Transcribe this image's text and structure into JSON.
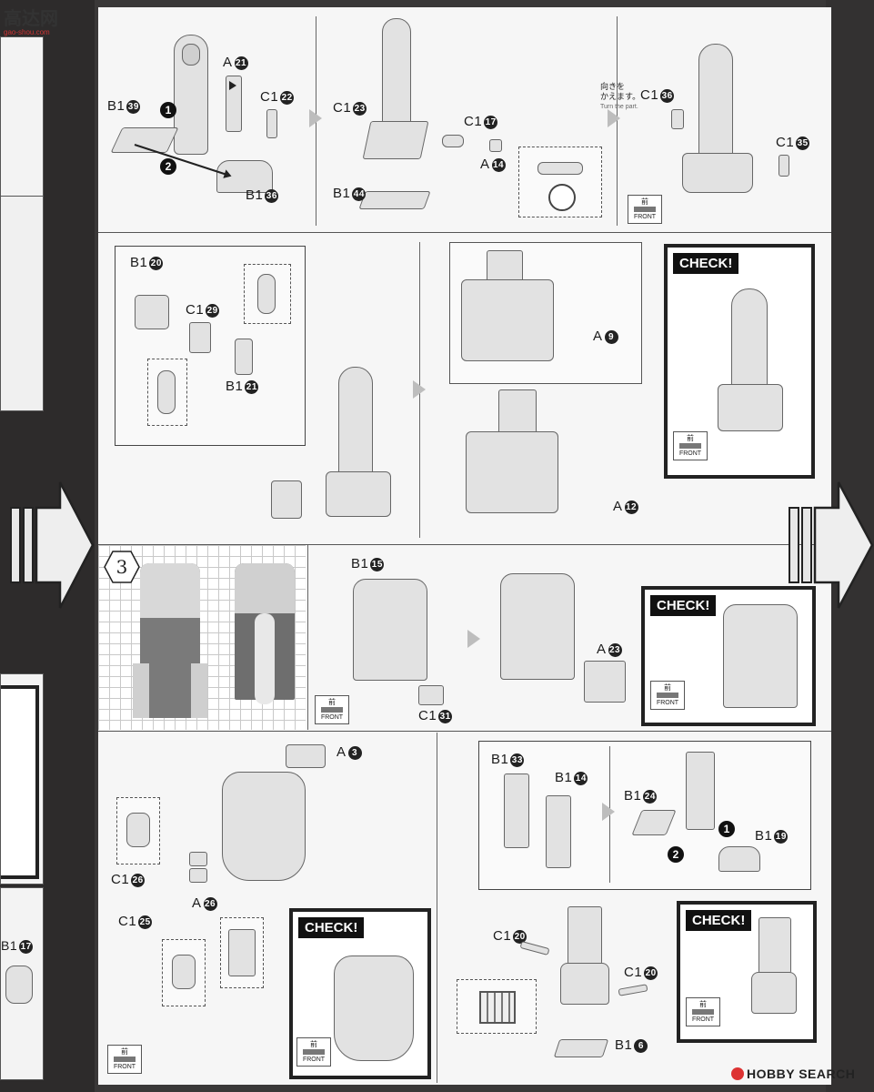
{
  "watermark_top": {
    "brand": "高达网",
    "url": "gao-shou.com"
  },
  "watermark_bottom": "HOBBY SEARCH",
  "step_number": "3",
  "check_label": "CHECK!",
  "front_label": {
    "kanji": "前",
    "text": "FRONT"
  },
  "turn_part": {
    "jp_line1": "向きを",
    "jp_line2": "かえます。",
    "en": "Turn the part."
  },
  "row1": {
    "p1": {
      "a": "A",
      "a_n": "21",
      "c": "C1",
      "c_n": "22",
      "b1": "B1",
      "b1_n": "39",
      "b2": "B1",
      "b2_n": "36",
      "s1": "1",
      "s2": "2"
    },
    "p2": {
      "c1": "C1",
      "c1_n": "23",
      "c2": "C1",
      "c2_n": "17",
      "a": "A",
      "a_n": "14",
      "b": "B1",
      "b_n": "44"
    },
    "p3": {
      "c1": "C1",
      "c1_n": "36",
      "c2": "C1",
      "c2_n": "35"
    }
  },
  "row2": {
    "b1": "B1",
    "b1_n": "20",
    "c": "C1",
    "c_n": "29",
    "b2": "B1",
    "b2_n": "21",
    "a1": "A",
    "a1_n": "9",
    "a2": "A",
    "a2_n": "12"
  },
  "row3": {
    "b": "B1",
    "b_n": "15",
    "c": "C1",
    "c_n": "31",
    "a": "A",
    "a_n": "23"
  },
  "row4": {
    "left": {
      "a1": "A",
      "a1_n": "3",
      "c1": "C1",
      "c1_n": "26",
      "a2": "A",
      "a2_n": "26",
      "c2": "C1",
      "c2_n": "25"
    },
    "right": {
      "b1": "B1",
      "b1_n": "33",
      "b2": "B1",
      "b2_n": "14",
      "b3": "B1",
      "b3_n": "24",
      "b4": "B1",
      "b4_n": "19",
      "c1": "C1",
      "c1_n": "20",
      "c2": "C1",
      "c2_n": "20",
      "b5": "B1",
      "b5_n": "6",
      "s1": "1",
      "s2": "2"
    }
  },
  "left_edge": {
    "label": "B1",
    "n": "17"
  }
}
